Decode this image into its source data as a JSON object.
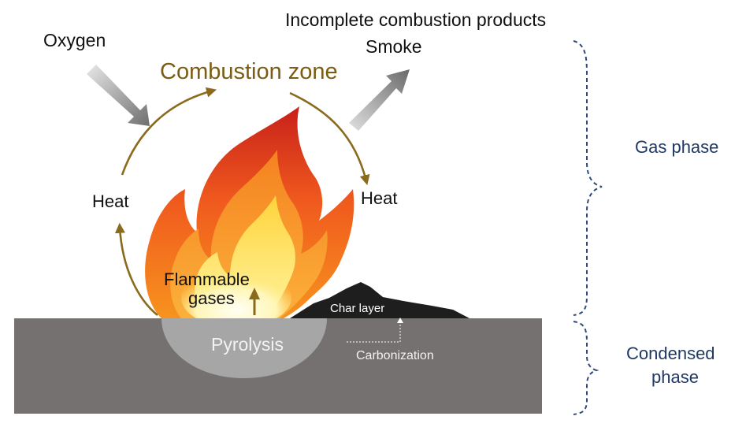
{
  "labels": {
    "incomplete": "Incomplete combustion products",
    "smoke": "Smoke",
    "oxygen": "Oxygen",
    "combustion_zone": "Combustion zone",
    "heat_left": "Heat",
    "heat_right": "Heat",
    "flammable_line1": "Flammable",
    "flammable_line2": "gases",
    "char_layer": "Char layer",
    "pyrolysis": "Pyrolysis",
    "carbonization": "Carbonization",
    "gas_phase": "Gas phase",
    "condensed_line1": "Condensed",
    "condensed_line2": "phase"
  },
  "colors": {
    "cycle": "#8a6a1c",
    "combustion_text": "#7a5c12",
    "slab": "#767171",
    "pyrolysis": "#a6a6a6",
    "char": "#1e1e1e",
    "brace": "#2e4a7a",
    "phase_text": "#1f3864",
    "arrow": "#8c8c8c"
  }
}
